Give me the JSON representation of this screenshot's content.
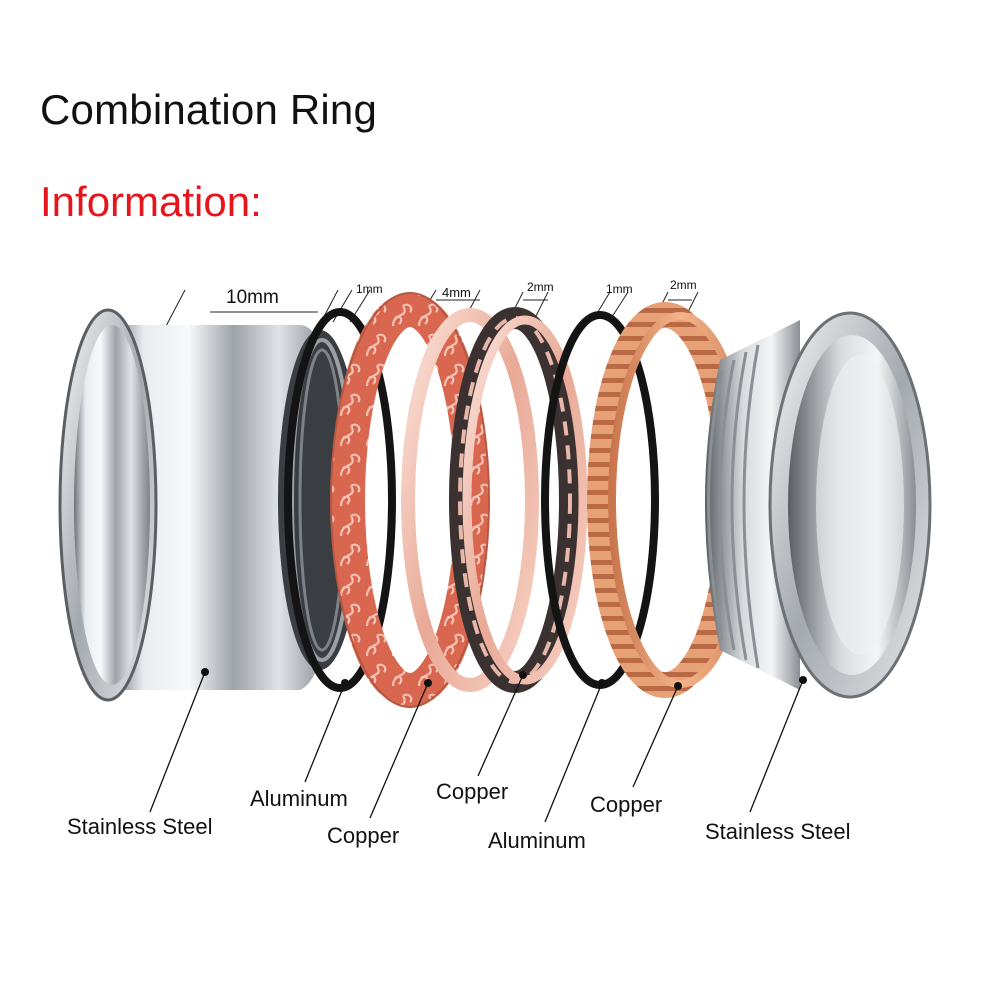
{
  "title": "Combination Ring",
  "subtitle": "Information:",
  "colors": {
    "subtitle": "#e8141c",
    "stainless_steel": "#c9cdd3",
    "aluminum": "#141414",
    "copper_filigree": "#e07a63",
    "copper_rose": "#f2c1b4",
    "copper_gear": "#e39a70"
  },
  "dimensions": [
    "10mm",
    "1mm",
    "4mm",
    "2mm",
    "1mm",
    "2mm"
  ],
  "materials": [
    "Stainless Steel",
    "Aluminum",
    "Copper",
    "Copper",
    "Aluminum",
    "Copper",
    "Stainless Steel"
  ]
}
